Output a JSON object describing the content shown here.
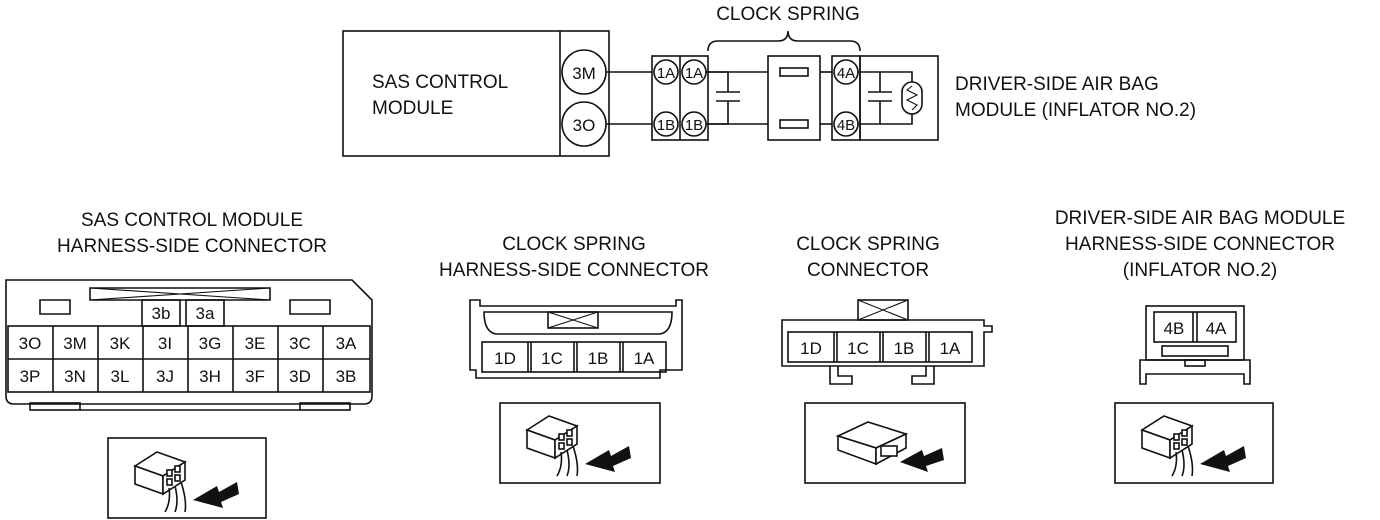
{
  "schematic": {
    "clock_spring_label": "CLOCK SPRING",
    "sas_module_line1": "SAS CONTROL",
    "sas_module_line2": "MODULE",
    "sas_pin_top": "3M",
    "sas_pin_bottom": "3O",
    "harness_top_a": "1A",
    "harness_top_b": "1A",
    "harness_bottom_a": "1B",
    "harness_bottom_b": "1B",
    "airbag_pin_top": "4A",
    "airbag_pin_bottom": "4B",
    "airbag_line1": "DRIVER-SIDE AIR BAG",
    "airbag_line2": "MODULE (INFLATOR NO.2)"
  },
  "connectors": {
    "sas": {
      "title_line1": "SAS CONTROL MODULE",
      "title_line2": "HARNESS-SIDE CONNECTOR",
      "top_pins": [
        "3b",
        "3a"
      ],
      "row1": [
        "3O",
        "3M",
        "3K",
        "3I",
        "3G",
        "3E",
        "3C",
        "3A"
      ],
      "row2": [
        "3P",
        "3N",
        "3L",
        "3J",
        "3H",
        "3F",
        "3D",
        "3B"
      ]
    },
    "clock_harness": {
      "title_line1": "CLOCK SPRING",
      "title_line2": "HARNESS-SIDE CONNECTOR",
      "pins": [
        "1D",
        "1C",
        "1B",
        "1A"
      ]
    },
    "clock_spring": {
      "title_line1": "CLOCK SPRING",
      "title_line2": "CONNECTOR",
      "pins": [
        "1D",
        "1C",
        "1B",
        "1A"
      ]
    },
    "airbag": {
      "title_line1": "DRIVER-SIDE AIR BAG MODULE",
      "title_line2": "HARNESS-SIDE CONNECTOR",
      "title_line3": "(INFLATOR NO.2)",
      "pins": [
        "4B",
        "4A"
      ]
    }
  }
}
